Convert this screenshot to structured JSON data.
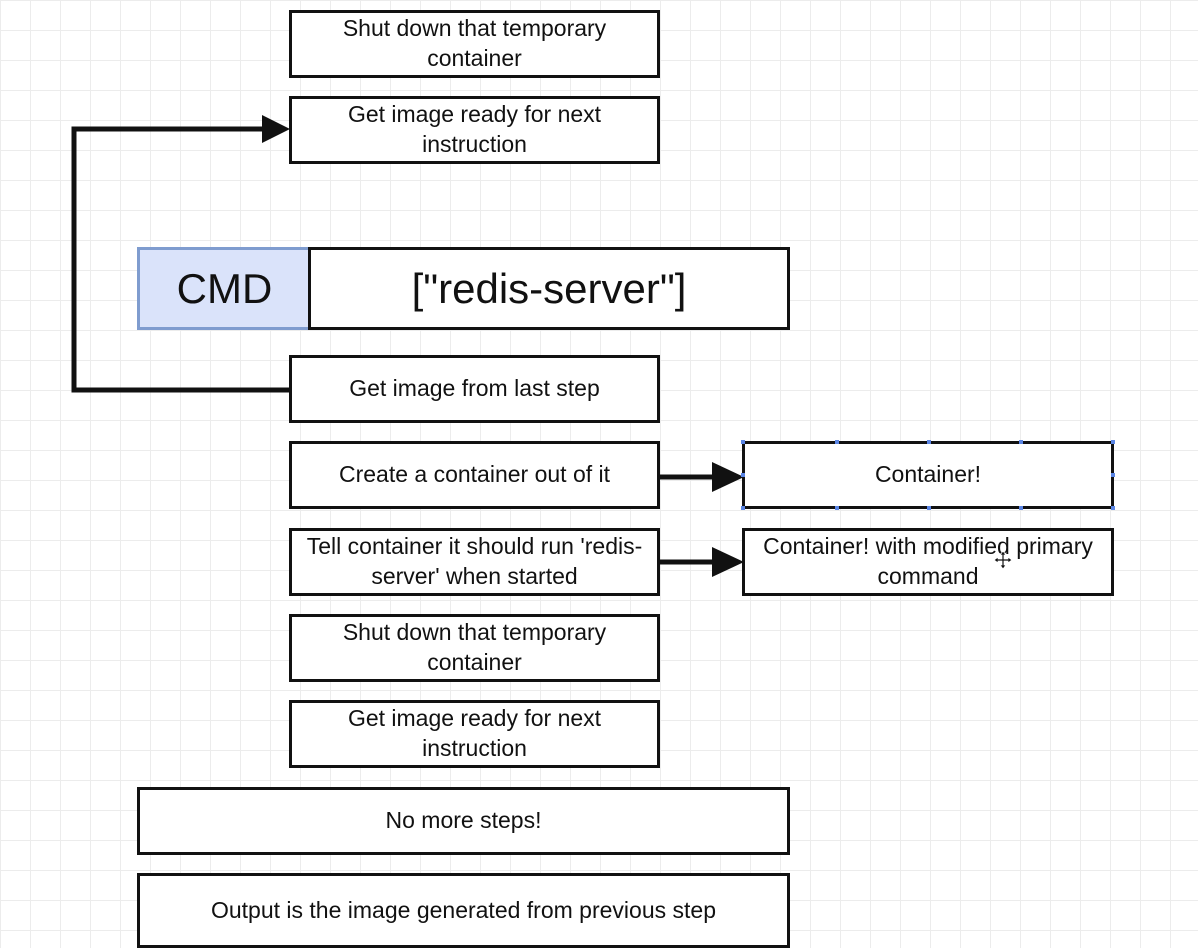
{
  "steps_top": {
    "shutdown": "Shut down that temporary container",
    "ready": "Get image ready for next instruction"
  },
  "instruction": {
    "keyword": "CMD",
    "argument": "[\"redis-server\"]"
  },
  "steps": {
    "get_image": "Get image from last step",
    "create_container": "Create a container out of it",
    "tell_container": "Tell container it should run 'redis-server' when started",
    "shutdown": "Shut down that temporary container",
    "ready": "Get image ready for next instruction"
  },
  "results": {
    "container": "Container!",
    "container_modified": "Container! with modified primary command"
  },
  "final": {
    "no_more_steps": "No more steps!",
    "output": "Output is the image generated from previous step"
  },
  "colors": {
    "keyword_fill": "#dae3fa",
    "keyword_border": "#7f9ccf",
    "selection_handle": "#5b86e5"
  }
}
